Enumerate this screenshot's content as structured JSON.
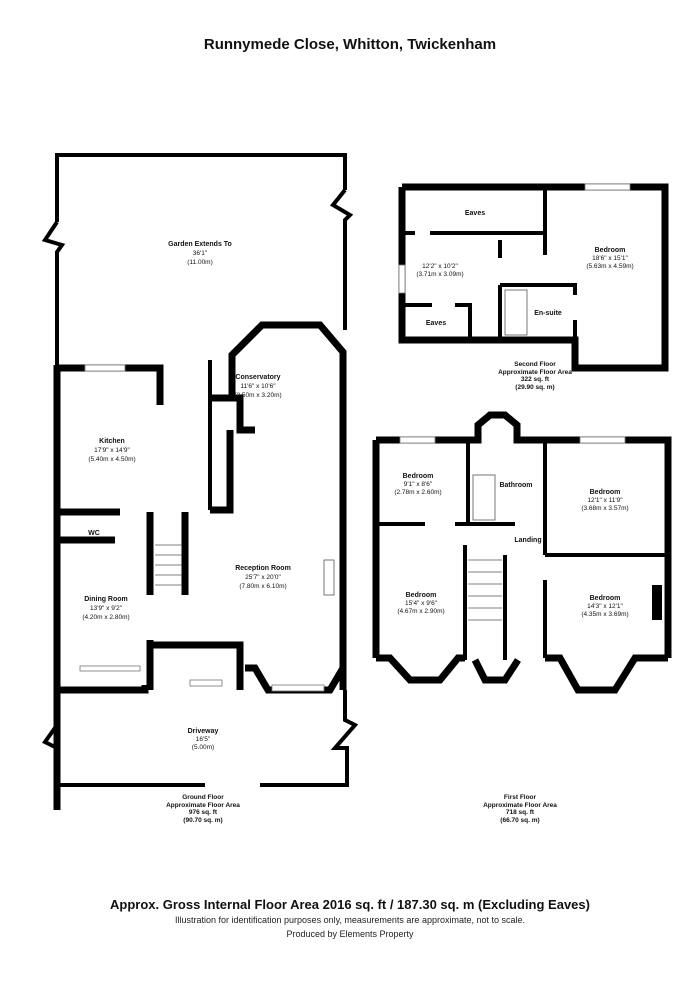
{
  "title": "Runnymede Close, Whitton, Twickenham",
  "ground_floor": {
    "rooms": [
      {
        "name": "Garden Extends To",
        "imperial": "36'1\"",
        "metric": "(11.00m)"
      },
      {
        "name": "Conservatory",
        "imperial": "11'6\" x 10'6\"",
        "metric": "(3.50m x 3.20m)"
      },
      {
        "name": "Kitchen",
        "imperial": "17'9\" x 14'9\"",
        "metric": "(5.40m x 4.50m)"
      },
      {
        "name": "WC"
      },
      {
        "name": "Reception Room",
        "imperial": "25'7\" x 20'0\"",
        "metric": "(7.80m x 6.10m)"
      },
      {
        "name": "Dining Room",
        "imperial": "13'9\" x 9'2\"",
        "metric": "(4.20m x 2.80m)"
      },
      {
        "name": "Driveway",
        "imperial": "16'5\"",
        "metric": "(5.00m)"
      }
    ],
    "caption": {
      "floor": "Ground Floor",
      "label": "Approximate Floor Area",
      "sqft": "976 sq. ft",
      "sqm": "(90.70 sq. m)"
    }
  },
  "second_floor": {
    "rooms": [
      {
        "name": "Eaves"
      },
      {
        "imperial": "12'2\" x 10'2\"",
        "metric": "(3.71m x 3.09m)"
      },
      {
        "name": "Eaves"
      },
      {
        "name": "Bedroom",
        "imperial": "18'6\" x 15'1\"",
        "metric": "(5.63m x 4.59m)"
      },
      {
        "name": "En-suite"
      }
    ],
    "caption": {
      "floor": "Second Floor",
      "label": "Approximate Floor Area",
      "sqft": "322 sq. ft",
      "sqm": "(29.90 sq. m)"
    }
  },
  "first_floor": {
    "rooms": [
      {
        "name": "Bedroom",
        "imperial": "9'1\" x 8'6\"",
        "metric": "(2.78m x 2.60m)"
      },
      {
        "name": "Bathroom"
      },
      {
        "name": "Bedroom",
        "imperial": "12'1\" x 11'9\"",
        "metric": "(3.68m x 3.57m)"
      },
      {
        "name": "Landing"
      },
      {
        "name": "Bedroom",
        "imperial": "15'4\" x 9'6\"",
        "metric": "(4.67m x 2.90m)"
      },
      {
        "name": "Bedroom",
        "imperial": "14'3\" x 12'1\"",
        "metric": "(4.35m x 3.69m)"
      }
    ],
    "caption": {
      "floor": "First Floor",
      "label": "Approximate Floor Area",
      "sqft": "718 sq. ft",
      "sqm": "(66.70 sq. m)"
    }
  },
  "footer": {
    "total": "Approx. Gross Internal Floor Area 2016 sq. ft / 187.30 sq. m (Excluding Eaves)",
    "disclaimer": "Illustration for identification purposes only, measurements are approximate, not to scale.",
    "credit": "Produced by Elements Property"
  }
}
